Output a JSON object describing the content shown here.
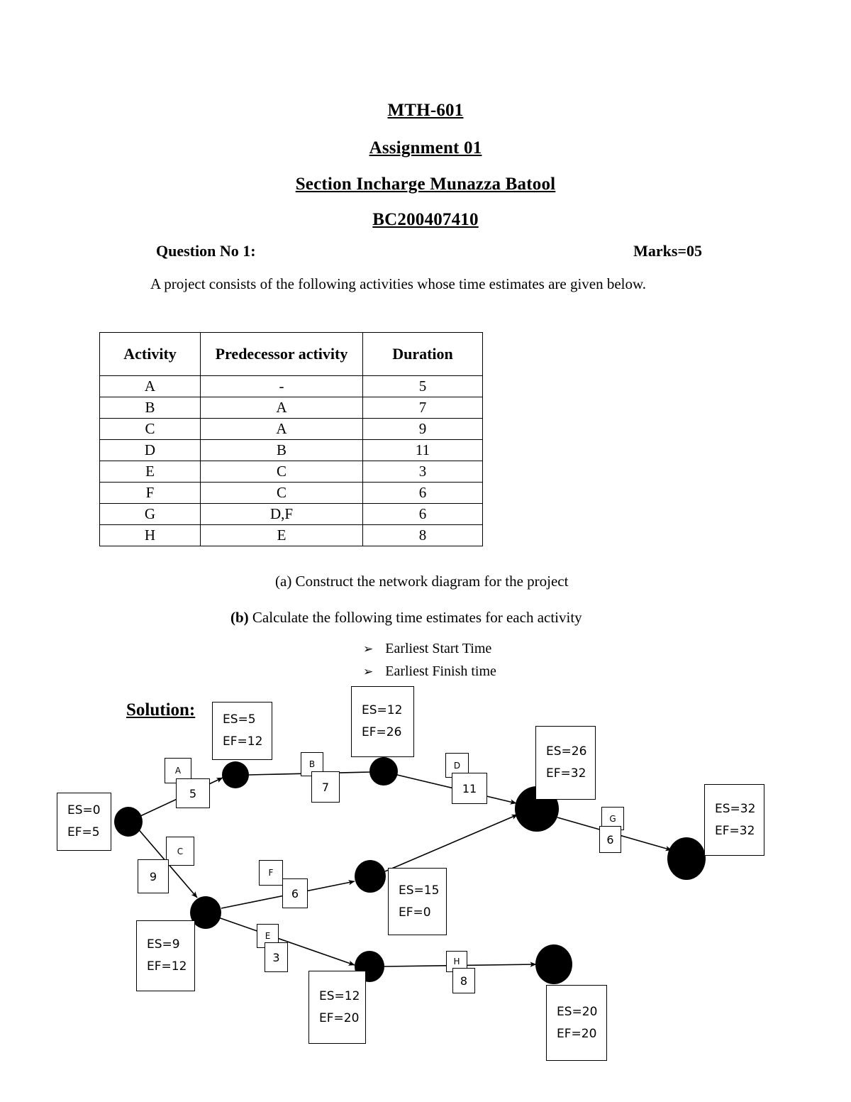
{
  "document": {
    "course_code": "MTH-601",
    "assignment": "Assignment 01",
    "section_incharge": "Section Incharge Munazza Batool",
    "roll_number": "BC200407410",
    "question_label": "Question No 1:",
    "marks": "Marks=05",
    "intro": "A project consists of the following activities whose time estimates are given below.",
    "solution_label": "Solution:"
  },
  "table": {
    "headers": [
      "Activity",
      "Predecessor activity",
      "Duration"
    ],
    "rows": [
      {
        "activity": "A",
        "predecessor": "-",
        "duration": "5"
      },
      {
        "activity": "B",
        "predecessor": "A",
        "duration": "7"
      },
      {
        "activity": "C",
        "predecessor": "A",
        "duration": "9"
      },
      {
        "activity": "D",
        "predecessor": "B",
        "duration": "11"
      },
      {
        "activity": "E",
        "predecessor": "C",
        "duration": "3"
      },
      {
        "activity": "F",
        "predecessor": "C",
        "duration": "6"
      },
      {
        "activity": "G",
        "predecessor": "D,F",
        "duration": "6"
      },
      {
        "activity": "H",
        "predecessor": "E",
        "duration": "8"
      }
    ]
  },
  "questions": {
    "part_a": "(a)  Construct the network diagram for the project",
    "part_b_marker": "(b)",
    "part_b": " Calculate the following time estimates for each activity",
    "bullets": [
      {
        "glyph": "➢",
        "text": "Earliest Start Time"
      },
      {
        "glyph": "➢",
        "text": "Earliest Finish time"
      }
    ]
  },
  "diagram": {
    "type": "activity-on-arrow-network",
    "nodes": [
      {
        "id": "n1",
        "es": "ES=0",
        "ef": "EF=5"
      },
      {
        "id": "n2",
        "es": "ES=5",
        "ef": "EF=12"
      },
      {
        "id": "n3",
        "es": "ES=12",
        "ef": "EF=26"
      },
      {
        "id": "n4",
        "es": "ES=26",
        "ef": "EF=32"
      },
      {
        "id": "n5",
        "es": "ES=9",
        "ef": "EF=12"
      },
      {
        "id": "n6",
        "es": "ES=15",
        "ef": "EF=0"
      },
      {
        "id": "n7",
        "es": "ES=12",
        "ef": "EF=20"
      },
      {
        "id": "n8",
        "es": "ES=20",
        "ef": "EF=20"
      },
      {
        "id": "n9",
        "es": "ES=32",
        "ef": "EF=32"
      }
    ],
    "edges": [
      {
        "activity": "A",
        "duration": "5"
      },
      {
        "activity": "B",
        "duration": "7"
      },
      {
        "activity": "C",
        "duration": "9"
      },
      {
        "activity": "D",
        "duration": "11"
      },
      {
        "activity": "E",
        "duration": "3"
      },
      {
        "activity": "F",
        "duration": "6"
      },
      {
        "activity": "G",
        "duration": "6"
      },
      {
        "activity": "H",
        "duration": "8"
      }
    ]
  }
}
